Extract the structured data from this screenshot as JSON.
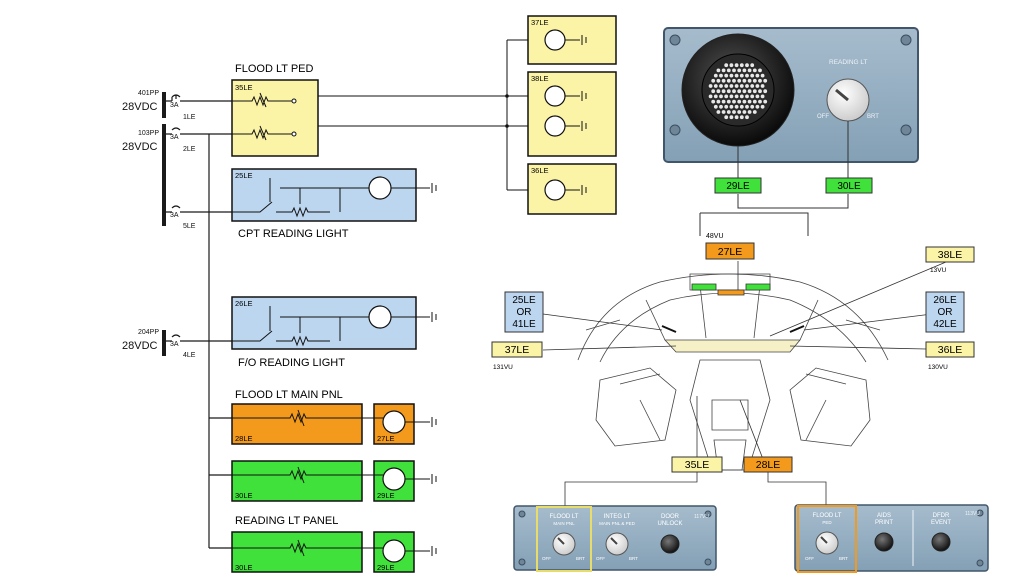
{
  "colors": {
    "yellow": "#fbf3a6",
    "blue": "#bcd6f0",
    "orange": "#f39a1c",
    "green": "#3fe13a",
    "panel": "#8fa9bd",
    "wire": "#1a1a1a"
  },
  "schematic": {
    "supply1": {
      "voltage": "28VDC",
      "circuit": "401PP",
      "rating": "3A",
      "breaker": "1LE"
    },
    "supply2": {
      "voltage": "28VDC",
      "circuit": "103PP",
      "rating": "3A",
      "breaker": "2LE"
    },
    "supply2b": {
      "rating": "3A",
      "breaker": "5LE"
    },
    "supply3": {
      "voltage": "28VDC",
      "circuit": "204PP",
      "rating": "3A",
      "breaker": "4LE"
    },
    "flood_ped": {
      "title": "FLOOD LT PED",
      "id": "35LE"
    },
    "cpt_reading": {
      "title": "CPT READING LIGHT",
      "id": "25LE"
    },
    "fo_reading": {
      "title": "F/O READING LIGHT",
      "id": "26LE"
    },
    "flood_main": {
      "title": "FLOOD LT MAIN PNL",
      "id": "28LE",
      "lamp": "27LE"
    },
    "green_row": {
      "id": "30LE",
      "lamp": "29LE"
    },
    "reading_panel": {
      "title": "READING LT PANEL",
      "id": "30LE",
      "lamp": "29LE"
    },
    "right_boxes": [
      "37LE",
      "38LE",
      "36LE"
    ]
  },
  "reading_panel_photo": {
    "knob_title": "READING LT",
    "off": "OFF",
    "brt": "BRT",
    "tag_left": "29LE",
    "tag_right": "30LE"
  },
  "cockpit": {
    "vu_48": "48VU",
    "tag_27": "27LE",
    "tag_38": "38LE",
    "vu_13": "13VU",
    "left_ids": [
      "25LE",
      "OR",
      "41LE"
    ],
    "right_ids": [
      "26LE",
      "OR",
      "42LE"
    ],
    "tag_37": "37LE",
    "vu_131": "131VU",
    "tag_36": "36LE",
    "vu_130": "130VU",
    "tag_35": "35LE",
    "tag_28": "28LE"
  },
  "bottom_left_panel": {
    "vu": "117VU",
    "knob1_title": "FLOOD LT",
    "knob1_sub": "MAIN PNL",
    "knob2_title": "INTEG LT",
    "knob2_sub": "MAIN PNL & PED",
    "door_title": "DOOR",
    "door_sub": "UNLOCK",
    "off": "OFF",
    "brt": "BRT"
  },
  "bottom_right_panel": {
    "vu": "113VU",
    "knob_title": "FLOOD LT",
    "knob_sub": "PED",
    "aids_title": "AIDS",
    "aids_sub": "PRINT",
    "dfdr_title": "DFDR",
    "dfdr_sub": "EVENT",
    "off": "OFF",
    "brt": "BRT"
  }
}
